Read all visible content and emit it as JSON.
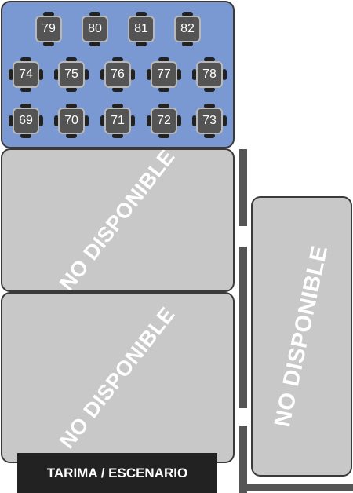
{
  "tables": [
    {
      "number": "79"
    },
    {
      "number": "80"
    },
    {
      "number": "81"
    },
    {
      "number": "82"
    },
    {
      "number": "74"
    },
    {
      "number": "75"
    },
    {
      "number": "76"
    },
    {
      "number": "77"
    },
    {
      "number": "78"
    },
    {
      "number": "69"
    },
    {
      "number": "70"
    },
    {
      "number": "71"
    },
    {
      "number": "72"
    },
    {
      "number": "73"
    }
  ],
  "zones": {
    "unavailable_a": {
      "label": "NO DISPONIBLE"
    },
    "unavailable_b": {
      "label": "NO DISPONIBLE"
    },
    "unavailable_c": {
      "label": "NO DISPONIBLE"
    }
  },
  "stage": {
    "label": "TARIMA / ESCENARIO"
  },
  "colors": {
    "available_zone": "#7a98d2",
    "unavailable_zone": "#c8c8c8",
    "table_fill": "#545454",
    "stage_fill": "#222222"
  }
}
